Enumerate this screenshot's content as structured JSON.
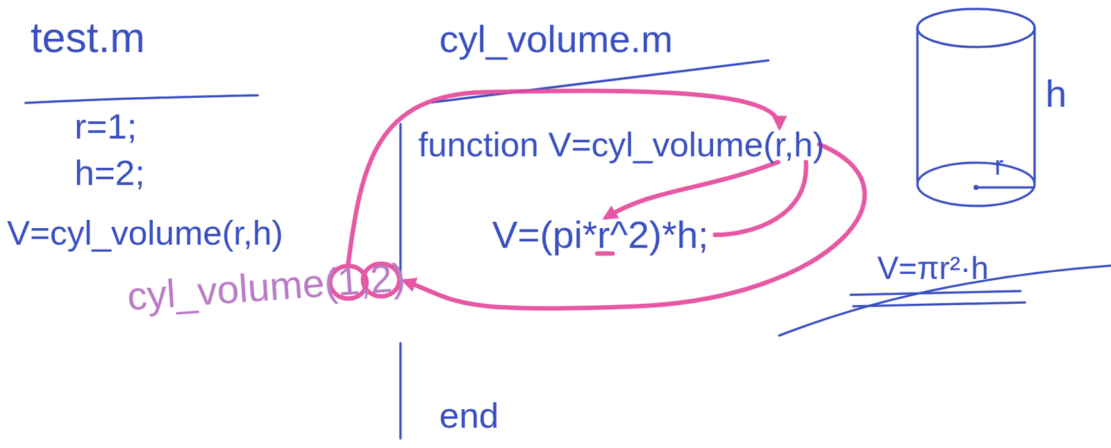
{
  "diagram": {
    "labels": [
      "test.m",
      "cyl_volume.m",
      "r=1;",
      "h=2;",
      "function V=cyl_volume(r,h)",
      "V=(pi*r^2)*h;",
      "V=cyl_volume(r,h)",
      "cyl_volume(1,2)",
      "end",
      "h",
      "r",
      "V=πr²·h"
    ]
  }
}
